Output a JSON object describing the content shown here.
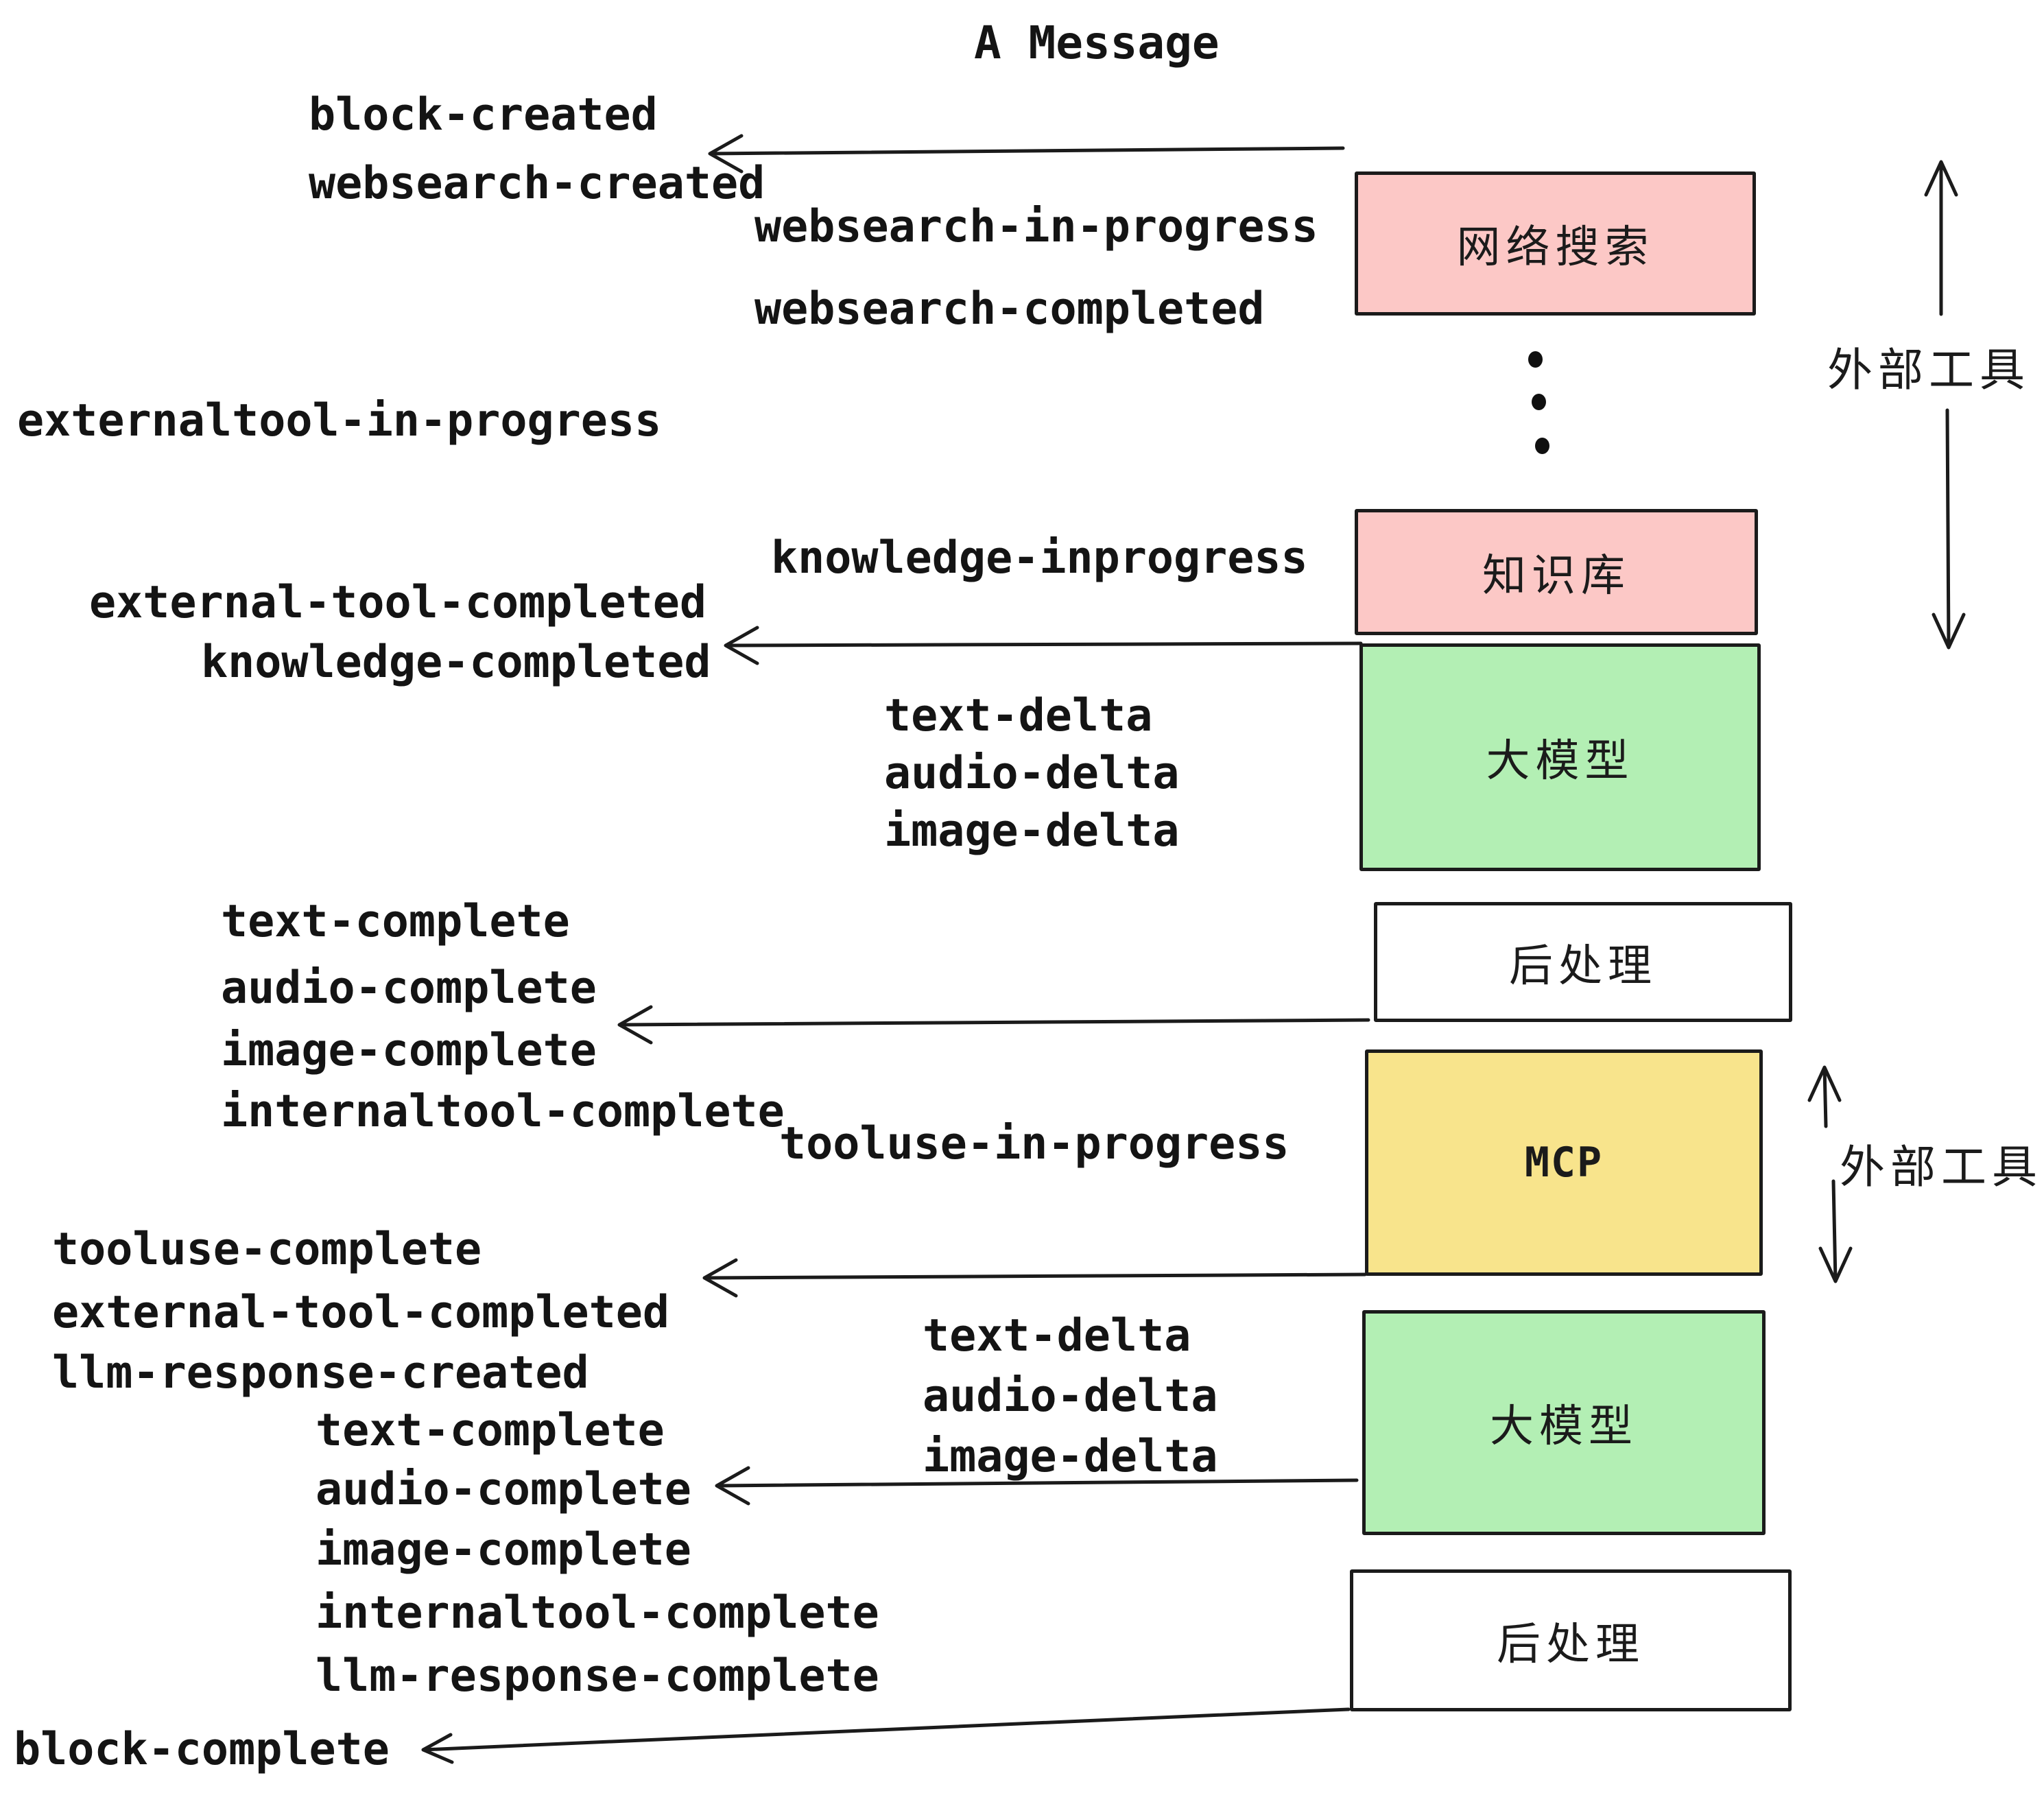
{
  "title": "A Message",
  "boxes": {
    "websearch": {
      "label": "网络搜索",
      "color": "#fcc8c6"
    },
    "knowledge": {
      "label": "知识库",
      "color": "#fcc8c6"
    },
    "llm1": {
      "label": "大模型",
      "color": "#b3efb4"
    },
    "post1": {
      "label": "后处理",
      "color": "#ffffff"
    },
    "mcp": {
      "label": "MCP",
      "color": "#f8e48c"
    },
    "llm2": {
      "label": "大模型",
      "color": "#b3efb4"
    },
    "post2": {
      "label": "后处理",
      "color": "#ffffff"
    }
  },
  "side_labels": {
    "external_tool_top": "外部工具",
    "external_tool_bottom": "外部工具"
  },
  "events": {
    "block_created": "block-created",
    "websearch_created": "websearch-created",
    "websearch_in_progress": "websearch-in-progress",
    "websearch_completed": "websearch-completed",
    "externaltool_in_progress": "externaltool-in-progress",
    "external_tool_completed_1": "external-tool-completed",
    "knowledge_completed": "knowledge-completed",
    "knowledge_inprogress": "knowledge-inprogress",
    "text_delta_1": "text-delta",
    "audio_delta_1": "audio-delta",
    "image_delta_1": "image-delta",
    "text_complete_1": "text-complete",
    "audio_complete_1": "audio-complete",
    "image_complete_1": "image-complete",
    "internaltool_complete_1": "internaltool-complete",
    "tooluse_in_progress": "tooluse-in-progress",
    "tooluse_complete": "tooluse-complete",
    "external_tool_completed_2": "external-tool-completed",
    "llm_response_created": "llm-response-created",
    "text_complete_2": "text-complete",
    "audio_complete_2": "audio-complete",
    "image_complete_2": "image-complete",
    "internaltool_complete_2": "internaltool-complete",
    "llm_response_complete": "llm-response-complete",
    "block_complete": "block-complete"
  }
}
